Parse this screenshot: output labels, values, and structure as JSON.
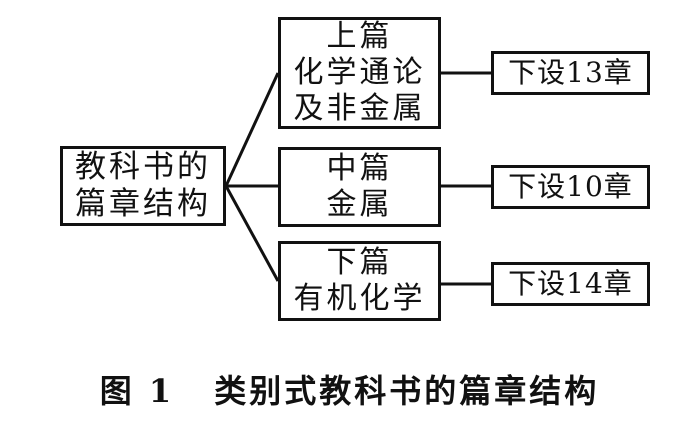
{
  "diagram": {
    "root": {
      "lines": [
        "教科书的",
        "篇章结构"
      ]
    },
    "parts": [
      {
        "lines": [
          "上篇",
          "化学通论",
          "及非金属"
        ],
        "chapters": "下设13章"
      },
      {
        "lines": [
          "中篇",
          "金属"
        ],
        "chapters": "下设10章"
      },
      {
        "lines": [
          "下篇",
          "有机化学"
        ],
        "chapters": "下设14章"
      }
    ]
  },
  "caption": {
    "label": "图 1",
    "title": "类别式教科书的篇章结构"
  },
  "colors": {
    "line": "#111111",
    "background": "#ffffff"
  }
}
